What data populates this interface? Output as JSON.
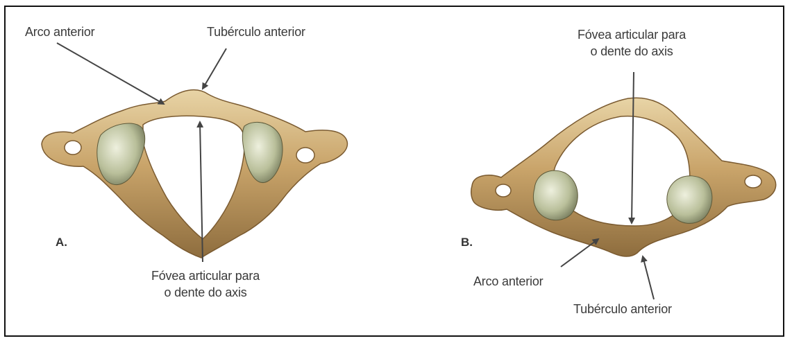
{
  "panel_a": {
    "letter": "A.",
    "label_arco": "Arco anterior",
    "label_tuberculo": "Tubérculo anterior",
    "label_fovea_line1": "Fóvea articular para",
    "label_fovea_line2": "o dente do axis"
  },
  "panel_b": {
    "letter": "B.",
    "label_fovea_line1": "Fóvea articular para",
    "label_fovea_line2": "o dente do axis",
    "label_arco": "Arco anterior",
    "label_tuberculo": "Tubérculo anterior"
  },
  "colors": {
    "bone": "#c9a46a",
    "bone_dark": "#8a6a3c",
    "bone_light": "#e6d0a0",
    "facet": "#b9bf9a",
    "arrow": "#444444",
    "text": "#3a3a3a"
  }
}
